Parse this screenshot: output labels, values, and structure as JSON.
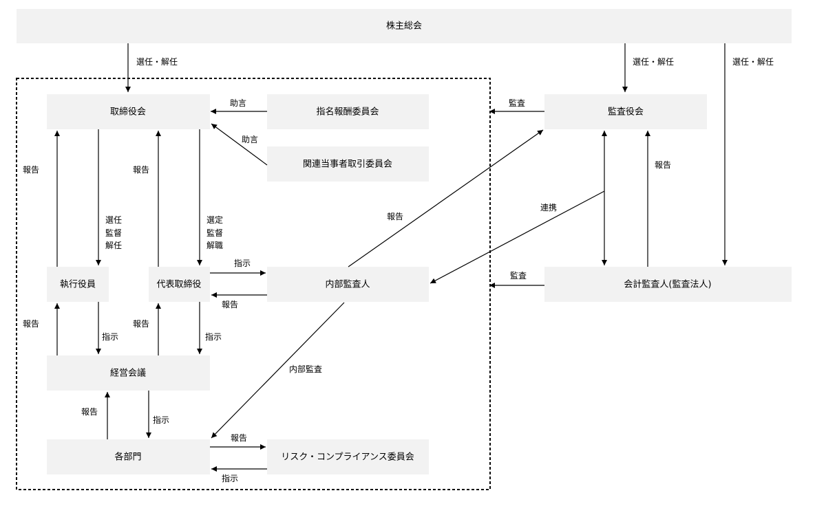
{
  "boxes": {
    "shareholders": "株主総会",
    "board": "取締役会",
    "nomination": "指名報酬委員会",
    "related_party": "関連当事者取引委員会",
    "auditors": "監査役会",
    "executive_officers": "執行役員",
    "representative_director": "代表取締役",
    "internal_auditor": "内部監査人",
    "accounting_auditor": "会計監査人(監査法人)",
    "management_meeting": "経営会議",
    "departments": "各部門",
    "risk_compliance": "リスク・コンプライアンス委員会"
  },
  "labels": {
    "elect_dismiss": "選任・解任",
    "advice": "助言",
    "audit": "監査",
    "report": "報告",
    "cooperation": "連携",
    "instruct": "指示",
    "internal_audit": "内部監査",
    "eo_lines": [
      "選任",
      "監督",
      "解任"
    ],
    "rd_lines": [
      "選定",
      "監督",
      "解職"
    ]
  }
}
